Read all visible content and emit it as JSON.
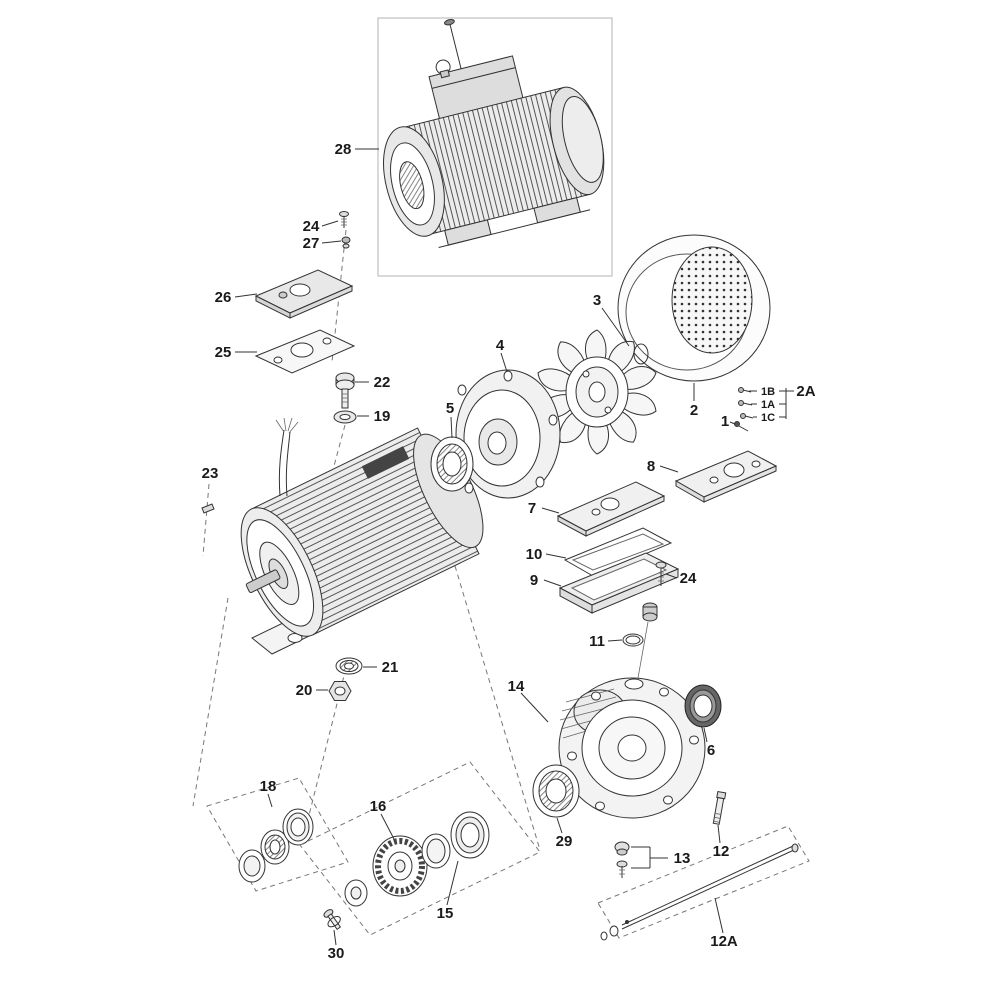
{
  "callouts": {
    "n1": "1",
    "n1A": "1A",
    "n1B": "1B",
    "n1C": "1C",
    "n2": "2",
    "n2A": "2A",
    "n3": "3",
    "n4": "4",
    "n5": "5",
    "n6": "6",
    "n7": "7",
    "n8": "8",
    "n9": "9",
    "n10": "10",
    "n11": "11",
    "n12": "12",
    "n12A": "12A",
    "n13": "13",
    "n14": "14",
    "n15": "15",
    "n16": "16",
    "n18": "18",
    "n19": "19",
    "n20": "20",
    "n21": "21",
    "n22": "22",
    "n23": "23",
    "n24a": "24",
    "n24b": "24",
    "n25": "25",
    "n26": "26",
    "n27": "27",
    "n28": "28",
    "n29": "29",
    "n30": "30"
  }
}
